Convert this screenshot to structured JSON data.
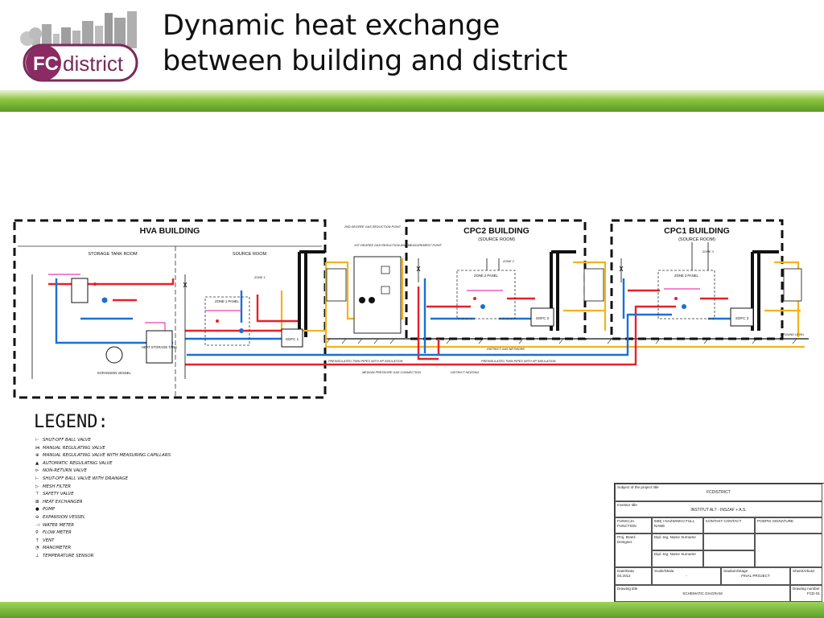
{
  "header": {
    "logo_text": "FC-district",
    "title_line1": "Dynamic heat exchange",
    "title_line2": "between building and district"
  },
  "diagram": {
    "buildings": [
      {
        "name": "HVA BUILDING",
        "rooms": [
          "STORAGE TANK ROOM",
          "SOURCE ROOM"
        ]
      },
      {
        "name": "CPC2 BUILDING",
        "subtitle": "(SOURCE ROOM)"
      },
      {
        "name": "CPC1 BUILDING",
        "subtitle": "(SOURCE ROOM)"
      }
    ],
    "labels": {
      "preinsulated_hva": "PREINSULATED TWIN PIPES WITH HP INSULATION",
      "preinsulated_cpc": "PREINSULATED TWIN PIPES WITH HP INSULATION",
      "district_gas": "DISTRICT GAS NETWORK",
      "district_heating": "DISTRICT HEATING",
      "medium_pressure": "MEDIUM PRESSURE GAS CONNECTION",
      "gas_reduction": "1ST DEGREE GAS REDUCTION AND MEASUREMENT POINT",
      "gas_reduction_top": "2ND DEGREE GAS REDUCTION POINT",
      "ground_level": "GROUND LEVEL",
      "sofc1": "SOFC 1",
      "sofc2": "SOFC 2",
      "sofc3": "SOFC 3",
      "heat_storage": "HEAT STORAGE TANK",
      "expansion_vessel": "EXPANSION VESSEL",
      "zone1": "ZONE 1",
      "zone2": "ZONE 2",
      "zone3": "ZONE 3",
      "zone1_panel": "ZONE 1 PANEL",
      "zone2_panel": "ZONE 2 PANEL",
      "zone3_panel": "ZONE 3 PANEL"
    }
  },
  "legend": {
    "title": "LEGEND:",
    "items": [
      {
        "sym": "⊢",
        "text": "SHUT-OFF BALL VALVE"
      },
      {
        "sym": "⋈",
        "text": "MANUAL REGULATING VALVE"
      },
      {
        "sym": "⊕",
        "text": "MANUAL REGULATING VALVE WITH MEASURING CAPILLARS"
      },
      {
        "sym": "▲",
        "text": "AUTOMATIC REGULATING VALVE"
      },
      {
        "sym": "⊳",
        "text": "NON-RETURN VALVE"
      },
      {
        "sym": "⊢",
        "text": "SHUT-OFF BALL VALVE WITH DRAINAGE"
      },
      {
        "sym": "▷",
        "text": "MESH FILTER"
      },
      {
        "sym": "⊤",
        "text": "SAFETY VALVE"
      },
      {
        "sym": "⊠",
        "text": "HEAT EXCHANGER"
      },
      {
        "sym": "●",
        "text": "PUMP"
      },
      {
        "sym": "⊖",
        "text": "EXPANSION VESSEL"
      },
      {
        "sym": "⊣",
        "text": "WATER METER"
      },
      {
        "sym": "⚲",
        "text": "FLOW METER"
      },
      {
        "sym": "↑",
        "text": "VENT"
      },
      {
        "sym": "◔",
        "text": "MANOMETER"
      },
      {
        "sym": "⊥",
        "text": "TEMPERATURE SENSOR"
      }
    ]
  },
  "title_block": {
    "row1_label": "Subject of the project title",
    "row1_value": "FCDISTRICT",
    "row2_label": "Investor title",
    "row2_value": "INSTITUT ALT - INSZAF + A.S.",
    "col_a": "FUNKCJA FUNCTION",
    "col_b": "IMIĘ I NAZWISKO FULL NAME",
    "col_c": "KONTAKT CONTACT",
    "col_d": "PODPIS SIGNATURE",
    "row_designer": "Proj. Branż. Designer",
    "designer1": "Dipl.-Ing. Name Surname",
    "designer2": "Dipl.-Ing. Name Surname",
    "date_label": "Date/Data",
    "date_value": "03.2012",
    "scale_label": "Scale/Skala",
    "scale_value": "-",
    "phase_label": "Stadium/Stage",
    "phase_value": "FINAL PROJECT",
    "sheet_label": "Sheet/Arkusz",
    "drawing_label": "Drawing title",
    "drawing_value": "SCHEMATIC DIAGRAM",
    "number_label": "Drawing number",
    "number_value": "FCD-01"
  }
}
